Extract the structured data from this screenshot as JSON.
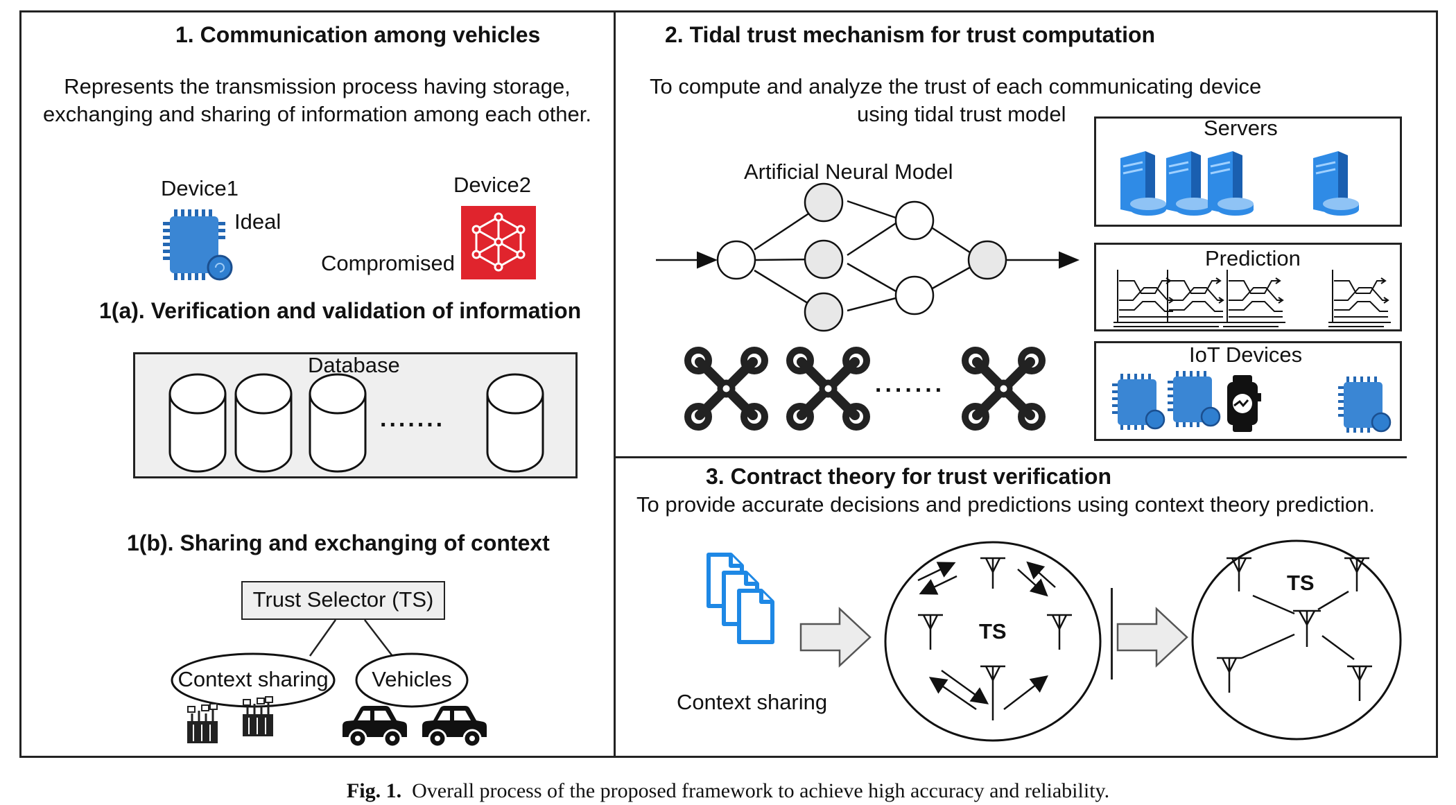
{
  "section1": {
    "heading": "1. Communication among vehicles",
    "description_line1": "Represents the transmission process having storage,",
    "description_line2": "exchanging and sharing of information among each other.",
    "device1_label": "Device1",
    "device1_state": "Ideal",
    "device2_label": "Device2",
    "device2_state": "Compromised",
    "subheading_a": "1(a). Verification and validation of information",
    "database_label": "Database",
    "database_ellipsis": ".......",
    "subheading_b": "1(b). Sharing and exchanging of context",
    "trust_selector": "Trust Selector (TS)",
    "context_sharing": "Context sharing",
    "vehicles": "Vehicles"
  },
  "section2": {
    "heading": "2. Tidal trust mechanism for trust computation",
    "description_line1": "To compute and analyze the trust of each communicating device",
    "description_line2": "using tidal trust model",
    "neural_model_label": "Artificial Neural Model",
    "drones_ellipsis": ".......",
    "servers_label": "Servers",
    "prediction_label": "Prediction",
    "iot_label": "IoT Devices"
  },
  "section3": {
    "heading": "3. Contract theory for trust verification",
    "description": "To provide accurate decisions and predictions using context theory prediction.",
    "context_sharing": "Context sharing",
    "ts_label_1": "TS",
    "ts_label_2": "TS"
  },
  "caption": {
    "prefix": "Fig. 1.",
    "text": "Overall process of the proposed framework to achieve high accuracy and reliability."
  },
  "colors": {
    "chip_blue": "#3a86d4",
    "chip_dark": "#2367b3",
    "compromised_red": "#e0242d",
    "server_blue": "#2f8be6",
    "doc_blue": "#1e88e5",
    "node_gray": "#e8e8e8",
    "box_gray": "#efefef"
  }
}
